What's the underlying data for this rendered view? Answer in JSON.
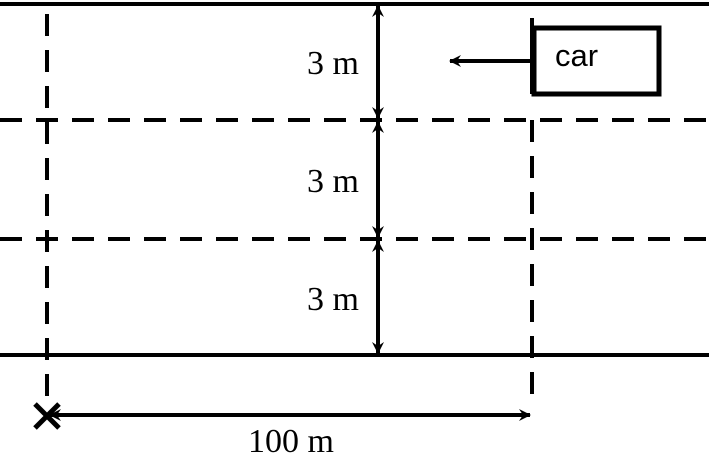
{
  "diagram": {
    "lanes": {
      "top_label": "3 m",
      "middle_label": "3 m",
      "bottom_label": "3 m"
    },
    "car": {
      "label": "car",
      "direction": "left"
    },
    "distance": {
      "label": "100 m"
    },
    "marker": {
      "symbol": "×",
      "icon": "cross-mark-icon"
    },
    "colors": {
      "stroke": "#000000",
      "background": "#ffffff"
    }
  }
}
